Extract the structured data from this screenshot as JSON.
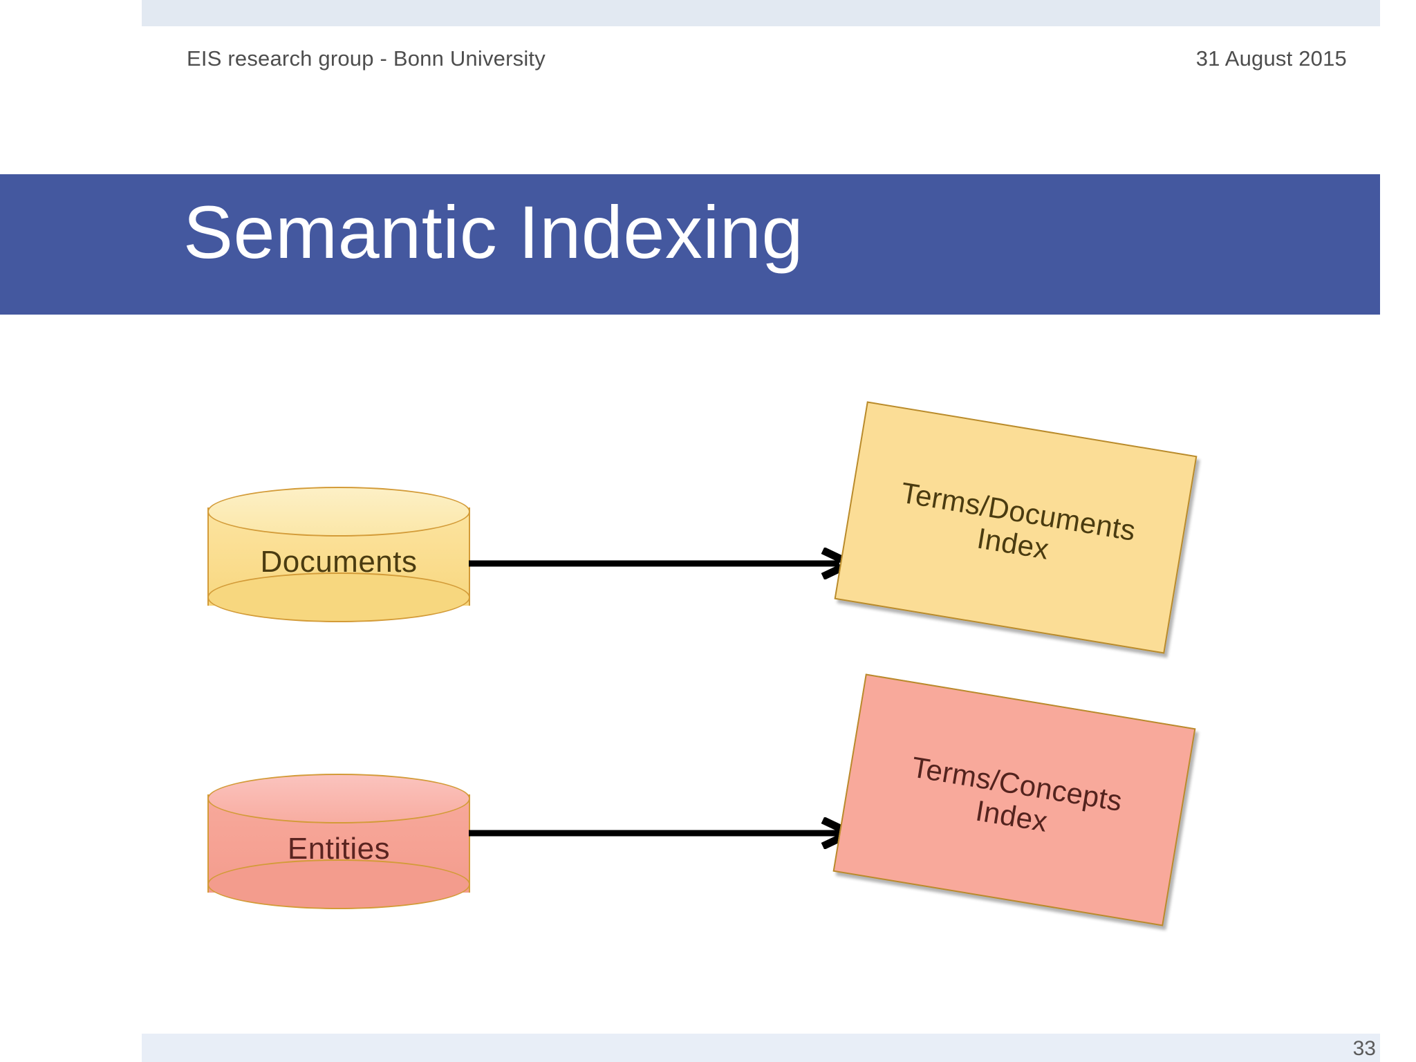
{
  "slide": {
    "header": {
      "organization": "EIS research group - Bonn University",
      "date": "31 August 2015"
    },
    "title": "Semantic Indexing",
    "page_number": "33",
    "colors": {
      "title_banner": "#44589f",
      "title_text": "#ffffff",
      "header_rule": "#e2e9f2",
      "footer_rule": "#e8eef7",
      "documents_fill": "#fbdf94",
      "entities_fill": "#f6a395",
      "terms_documents_index_fill": "#fbdd96",
      "terms_concepts_index_fill": "#f8a99b",
      "shape_border": "#d39b38",
      "panel_border": "#b98b2c",
      "arrow": "#000000"
    }
  },
  "diagram": {
    "type": "flow",
    "sources": [
      {
        "id": "documents",
        "label": "Documents",
        "shape": "cylinder",
        "fill": "#fbdf94"
      },
      {
        "id": "entities",
        "label": "Entities",
        "shape": "cylinder",
        "fill": "#f6a395"
      }
    ],
    "targets": [
      {
        "id": "terms-documents-index",
        "label_line1": "Terms/Documents",
        "label_line2": "Index",
        "shape": "rotated-rectangle",
        "fill": "#fbdd96"
      },
      {
        "id": "terms-concepts-index",
        "label_line1": "Terms/Concepts",
        "label_line2": "Index",
        "shape": "rotated-rectangle",
        "fill": "#f8a99b"
      }
    ],
    "edges": [
      {
        "id": "documents-to-terms-documents-index",
        "from": "documents",
        "to": "terms-documents-index",
        "style": "solid-arrow"
      },
      {
        "id": "entities-to-terms-concepts-index",
        "from": "entities",
        "to": "terms-concepts-index",
        "style": "solid-arrow"
      }
    ]
  }
}
